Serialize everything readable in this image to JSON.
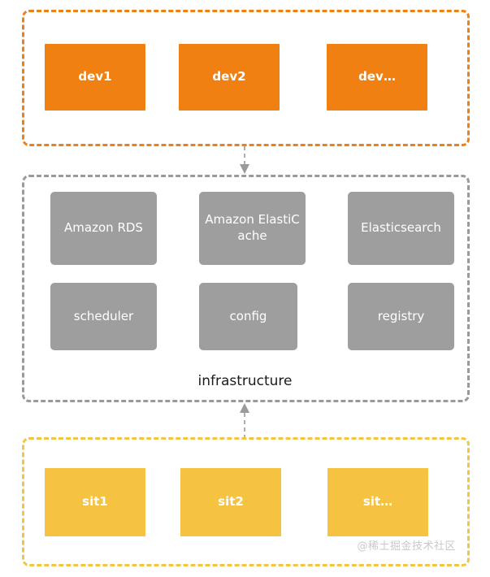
{
  "diagram": {
    "type": "layered-architecture",
    "colors": {
      "dev_fill": "#f08011",
      "dev_border": "#ee8018",
      "infra_fill": "#9e9e9e",
      "infra_border": "#9a9a9a",
      "sit_fill": "#f5c242",
      "sit_border": "#f2c644",
      "connector": "#9a9a9a",
      "caption_text": "#1b1b1b",
      "node_text": "#ffffff",
      "watermark_text": "#c9c9c9",
      "background": "#ffffff"
    },
    "groups": [
      {
        "id": "dev",
        "caption": "",
        "border_style": "dashed",
        "nodes": [
          {
            "label": "dev1"
          },
          {
            "label": "dev2"
          },
          {
            "label": "dev…"
          }
        ]
      },
      {
        "id": "infrastructure",
        "caption": "infrastructure",
        "border_style": "dashed",
        "nodes": [
          {
            "label": "Amazon RDS"
          },
          {
            "label": "Amazon ElastiCache"
          },
          {
            "label": "Elasticsearch"
          },
          {
            "label": "scheduler"
          },
          {
            "label": "config"
          },
          {
            "label": "registry"
          }
        ]
      },
      {
        "id": "sit",
        "caption": "",
        "border_style": "dashed",
        "nodes": [
          {
            "label": "sit1"
          },
          {
            "label": "sit2"
          },
          {
            "label": "sit…"
          }
        ]
      }
    ],
    "connectors": [
      {
        "id": "dev-to-infrastructure",
        "from": "dev",
        "to": "infrastructure",
        "direction": "down",
        "style": "dashed",
        "arrowhead": "filled-triangle"
      },
      {
        "id": "sit-to-infrastructure",
        "from": "sit",
        "to": "infrastructure",
        "direction": "up",
        "style": "dashed",
        "arrowhead": "filled-triangle"
      }
    ],
    "watermark": "@稀土掘金技术社区"
  }
}
